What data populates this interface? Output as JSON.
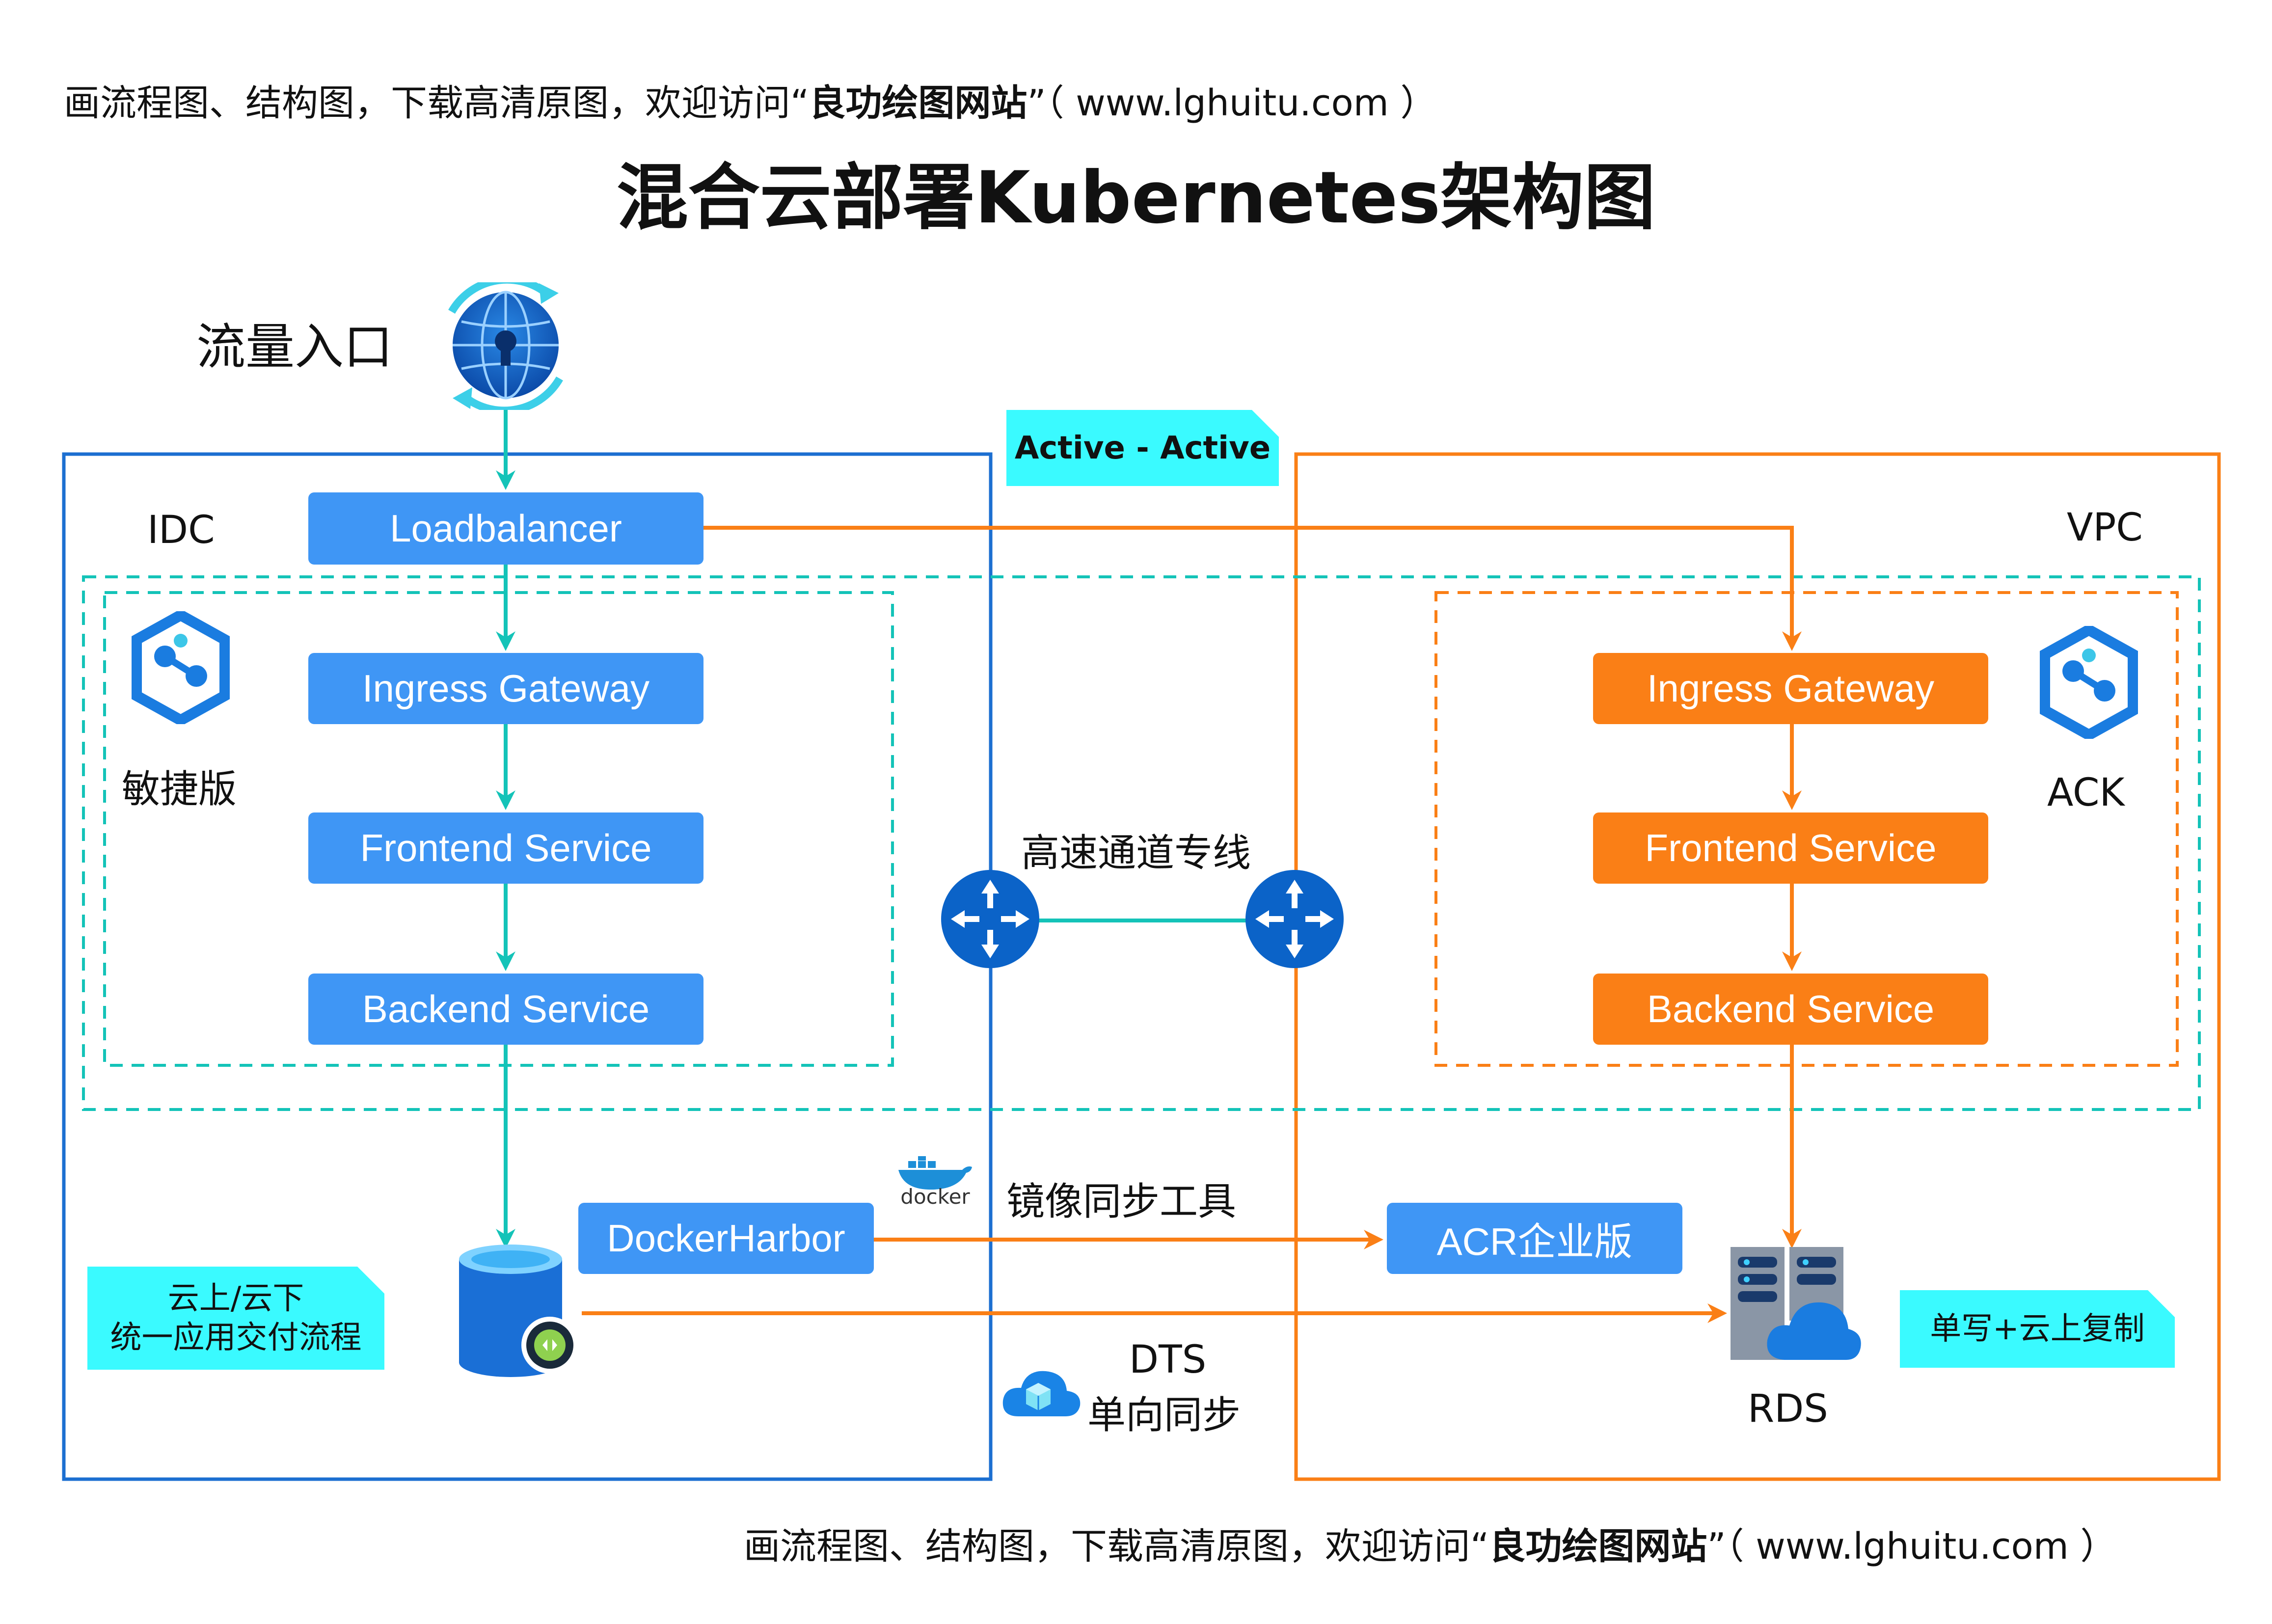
{
  "header": {
    "banner_prefix": "画流程图、结构图，下载高清原图，欢迎访问“",
    "banner_brand": "良功绘图网站",
    "banner_suffix": "”（ www.lghuitu.com ）",
    "title": "混合云部署Kubernetes架构图"
  },
  "footer": {
    "banner_prefix": "画流程图、结构图，下载高清原图，欢迎访问“",
    "banner_brand": "良功绘图网站",
    "banner_suffix": "”（ www.lghuitu.com ）"
  },
  "traffic_entry": {
    "label": "流量入口",
    "icon": "globe-lock-icon"
  },
  "active_note": {
    "label": "Active - Active"
  },
  "idc": {
    "label": "IDC",
    "edition_label": "敏捷版",
    "edition_icon": "k8s-hexagon-icon",
    "loadbalancer": "Loadbalancer",
    "ingress": "Ingress Gateway",
    "frontend": "Frontend Service",
    "backend": "Backend Service",
    "registry": "DockerHarbor",
    "db_icon": "database-icon",
    "note_line1": "云上/云下",
    "note_line2": "统一应用交付流程"
  },
  "vpc": {
    "label": "VPC",
    "cluster_label": "ACK",
    "cluster_icon": "k8s-hexagon-icon",
    "ingress": "Ingress Gateway",
    "frontend": "Frontend Service",
    "backend": "Backend Service",
    "registry": "ACR企业版",
    "rds_label": "RDS",
    "rds_icon": "server-cloud-icon",
    "note": "单写+云上复制"
  },
  "links": {
    "express_connect": "高速通道专线",
    "router_icon": "router-icon",
    "image_sync": "镜像同步工具",
    "docker_icon": "docker-whale-icon",
    "docker_text": "docker",
    "dts_line1": "DTS",
    "dts_line2": "单向同步",
    "dts_icon": "cloud-cube-icon"
  },
  "colors": {
    "blue_box": "#3f96f5",
    "orange_box": "#fa7f16",
    "idc_border": "#1c6fd1",
    "vpc_border": "#fa7f16",
    "teal_arrow": "#14c3b8",
    "note_bg": "#3afaff"
  }
}
